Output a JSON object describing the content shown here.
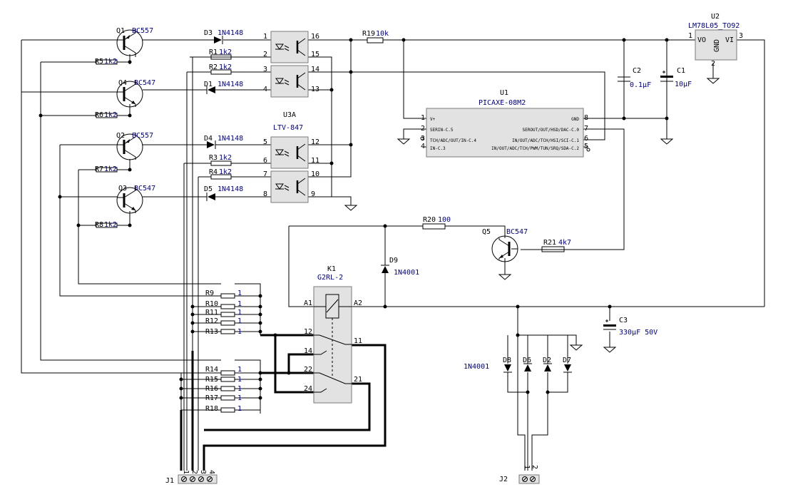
{
  "components": {
    "Q1": {
      "ref": "Q1",
      "value": "BC557"
    },
    "Q2": {
      "ref": "Q2",
      "value": "BC557"
    },
    "Q3": {
      "ref": "Q3",
      "value": "BC547"
    },
    "Q4": {
      "ref": "Q4",
      "value": "BC547"
    },
    "Q5": {
      "ref": "Q5",
      "value": "BC547"
    },
    "D1": {
      "ref": "D1",
      "value": "1N4148"
    },
    "D3": {
      "ref": "D3",
      "value": "1N4148"
    },
    "D4": {
      "ref": "D4",
      "value": "1N4148"
    },
    "D5": {
      "ref": "D5",
      "value": "1N4148"
    },
    "D9": {
      "ref": "D9",
      "value": "1N4001"
    },
    "bridge": {
      "value": "1N4001",
      "refs": [
        "D8",
        "D6",
        "D2",
        "D7"
      ]
    },
    "R1": {
      "ref": "R1",
      "value": "1k2"
    },
    "R2": {
      "ref": "R2",
      "value": "1k2"
    },
    "R3": {
      "ref": "R3",
      "value": "1k2"
    },
    "R4": {
      "ref": "R4",
      "value": "1k2"
    },
    "R5": {
      "ref": "R5",
      "value": "1k2"
    },
    "R6": {
      "ref": "R6",
      "value": "1k2"
    },
    "R7": {
      "ref": "R7",
      "value": "1k2"
    },
    "R8": {
      "ref": "R8",
      "value": "1k2"
    },
    "R19": {
      "ref": "R19",
      "value": "10k"
    },
    "R20": {
      "ref": "R20",
      "value": "100"
    },
    "R21": {
      "ref": "R21",
      "value": "4k7"
    },
    "Rgroup1": [
      {
        "ref": "R9",
        "value": "1"
      },
      {
        "ref": "R10",
        "value": "1"
      },
      {
        "ref": "R11",
        "value": "1"
      },
      {
        "ref": "R12",
        "value": "1"
      },
      {
        "ref": "R13",
        "value": "1"
      }
    ],
    "Rgroup2": [
      {
        "ref": "R14",
        "value": "1"
      },
      {
        "ref": "R15",
        "value": "1"
      },
      {
        "ref": "R16",
        "value": "1"
      },
      {
        "ref": "R17",
        "value": "1"
      },
      {
        "ref": "R18",
        "value": "1"
      }
    ],
    "C1": {
      "ref": "C1",
      "value": "10µF"
    },
    "C2": {
      "ref": "C2",
      "value": "0.1µF"
    },
    "C3": {
      "ref": "C3",
      "value": "330µF 50V"
    },
    "U1": {
      "ref": "U1",
      "value": "PICAXE-08M2"
    },
    "U2": {
      "ref": "U2",
      "value": "LM78L05_TO92",
      "pin_vo": "VO",
      "pin_vi": "VI",
      "pin_gnd": "GND"
    },
    "U3": {
      "ref": "U3A",
      "value": "LTV-847"
    },
    "K1": {
      "ref": "K1",
      "value": "G2RL-2",
      "pin_a1": "A1",
      "pin_a2": "A2"
    },
    "J1": {
      "ref": "J1",
      "pins": [
        "1",
        "2",
        "3",
        "4"
      ]
    },
    "J2": {
      "ref": "J2",
      "pins": [
        "1",
        "2"
      ]
    }
  },
  "pins": {
    "opto": [
      "1",
      "2",
      "3",
      "4",
      "5",
      "6",
      "7",
      "8",
      "9",
      "10",
      "11",
      "12",
      "13",
      "14",
      "15",
      "16"
    ],
    "u1_left": [
      "V+",
      "SERIN-C.5",
      "TCH/ADC/OUT/IN-C.4",
      "IN-C.3"
    ],
    "u1_right": [
      "GND",
      "SEROUT/OUT/HSD/DAC-C.0",
      "IN/OUT/ADC/TCH/HSI/SCI-C.1",
      "IN/OUT/ADC/TCH/PWM/TUN/SRQ/SDA-C.2"
    ],
    "u1_left_nums": [
      "1",
      "2",
      "3",
      "4"
    ],
    "u1_right_nums": [
      "8",
      "7",
      "6",
      "5"
    ],
    "u2": [
      "1",
      "2",
      "3"
    ],
    "relay": [
      "12",
      "11",
      "14",
      "22",
      "21",
      "24"
    ]
  }
}
